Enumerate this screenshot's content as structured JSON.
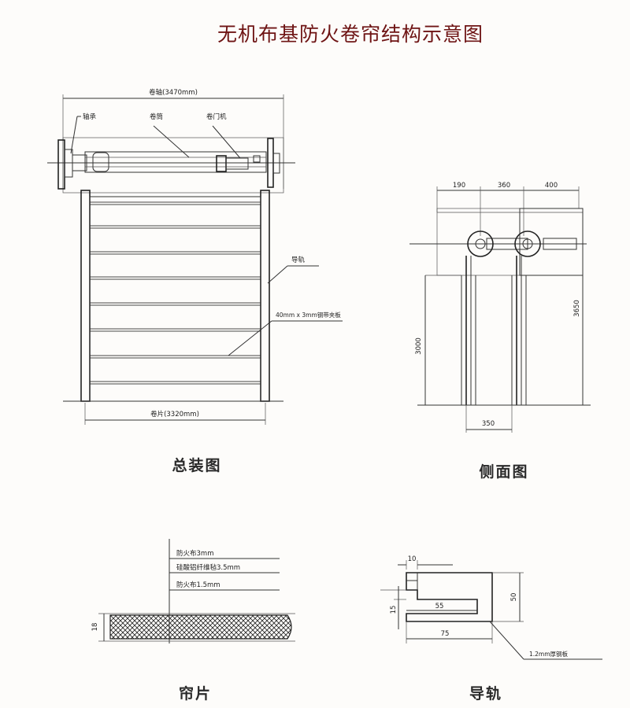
{
  "title": "无机布基防火卷帘结构示意图",
  "assembly": {
    "caption": "总装图",
    "roller_axis": "卷轴(3470mm)",
    "bearing": "轴承",
    "drum": "卷筒",
    "motor": "卷门机",
    "guide_rail": "导轨",
    "clip_plate": "40mm x 3mm钢带夹板",
    "curtain_width": "卷片(3320mm)"
  },
  "side_view": {
    "caption": "侧面图",
    "dim_190": "190",
    "dim_360": "360",
    "dim_400": "400",
    "dim_3000": "3000",
    "dim_3650": "3650",
    "dim_350": "350"
  },
  "curtain_piece": {
    "caption": "帘片",
    "layer1": "防火布3mm",
    "layer2": "硅酸铝纤维毡3.5mm",
    "layer3": "防火布1.5mm",
    "thickness": "18"
  },
  "rail_section": {
    "caption": "导轨",
    "dim_10": "10",
    "dim_50": "50",
    "dim_55": "55",
    "dim_15": "15",
    "dim_75": "75",
    "plate": "1.2mm厚钢板"
  }
}
